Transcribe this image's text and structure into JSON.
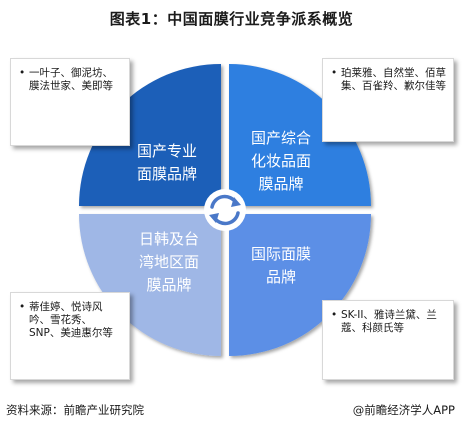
{
  "title": "图表1：中国面膜行业竞争派系概览",
  "quadrants": {
    "top_left": "国产专业\n面膜品牌",
    "top_right": "国产综合\n化妆品面\n膜品牌",
    "bottom_left": "日韩及台\n湾地区面\n膜品牌",
    "bottom_right": "国际面膜\n品牌"
  },
  "callouts": {
    "top_left": {
      "bullet": "•",
      "text": "一叶子、御泥坊、膜法世家、美即等"
    },
    "top_right": {
      "bullet": "•",
      "text": "珀莱雅、自然堂、佰草集、百雀羚、歉尔佳等"
    },
    "bottom_left": {
      "bullet": "•",
      "text": "蒂佳婷、悦诗风吟、雪花秀、SNP、美迪惠尔等"
    },
    "bottom_right": {
      "bullet": "•",
      "text": "SK-II、雅诗兰黛、兰蔻、科颜氏等"
    }
  },
  "footer": {
    "source": "资料来源：前瞻产业研究院",
    "brand": "@前瞻经济学人APP"
  },
  "colors": {
    "top_left": "#1f5fb8",
    "top_right": "#2e7fe0",
    "bottom_left": "#9fb7e6",
    "bottom_right": "#5b8fe6",
    "center_icon": "#4a78c8"
  },
  "icons": {
    "center": "cycle-arrows-icon"
  }
}
